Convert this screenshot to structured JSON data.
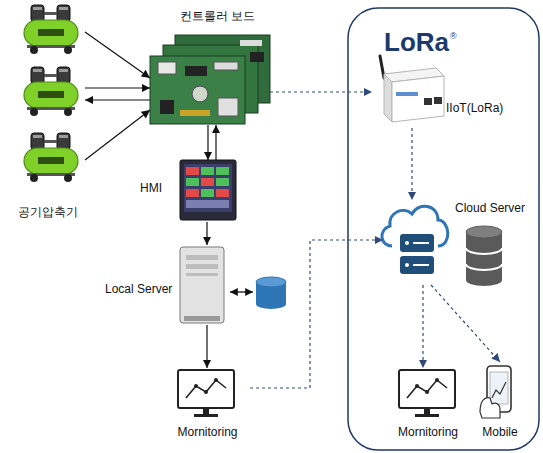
{
  "diagram": {
    "nodes": [
      {
        "text": [
          "공기압축기"
        ]
      },
      {
        "text": [
          "컨트롤러 보드"
        ]
      },
      {
        "text": [
          "HMI"
        ]
      },
      {
        "text": [
          "Local Server"
        ]
      },
      {
        "text": [
          "Mornitoring"
        ]
      },
      {
        "text": [
          "LoRa",
          "IIoT(LoRa)"
        ]
      },
      {
        "text": [
          "Cloud Server"
        ]
      },
      {
        "text": [
          "Mornitoring"
        ]
      },
      {
        "text": [
          "Mobile"
        ]
      }
    ],
    "edges": [
      {
        "from": 0,
        "to": 1,
        "arrow": "to"
      },
      {
        "from": 0,
        "to": 1,
        "arrow": "to"
      },
      {
        "from": 1,
        "to": 0,
        "arrow": "to"
      },
      {
        "from": 0,
        "to": 1,
        "arrow": "to"
      },
      {
        "from": 1,
        "to": 2,
        "arrow": "to"
      },
      {
        "from": 2,
        "to": 1,
        "arrow": "to"
      },
      {
        "from": 2,
        "to": 3,
        "arrow": "to"
      },
      {
        "from": 3,
        "to": 4,
        "arrow": "to"
      },
      {
        "from": 1,
        "to": 5,
        "arrow": "to"
      },
      {
        "from": 5,
        "to": 6,
        "arrow": "to"
      },
      {
        "from": 4,
        "to": 6,
        "arrow": "to"
      },
      {
        "from": 6,
        "to": 7,
        "arrow": "to"
      },
      {
        "from": 6,
        "to": 8,
        "arrow": "to"
      }
    ],
    "labels": [
      "®"
    ]
  }
}
